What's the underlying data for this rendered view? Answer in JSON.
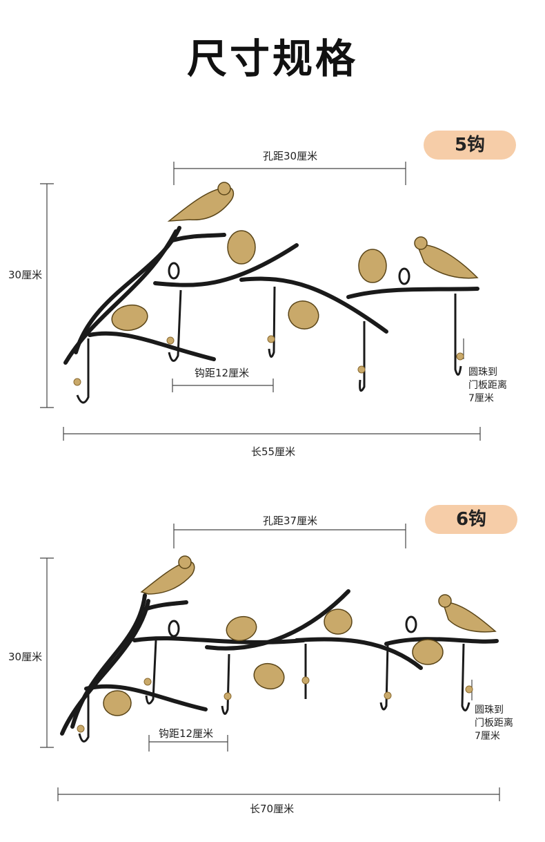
{
  "title": "尺寸规格",
  "panels": [
    {
      "badge": "5钩",
      "hole_distance": "孔距30厘米",
      "height": "30厘米",
      "hook_distance": "钩距12厘米",
      "bead_note": [
        "圆珠到",
        "门板距离",
        "7厘米"
      ],
      "length": "长55厘米"
    },
    {
      "badge": "6钩",
      "hole_distance": "孔距37厘米",
      "height": "30厘米",
      "hook_distance": "钩距12厘米",
      "bead_note": [
        "圆珠到",
        "门板距离",
        "7厘米"
      ],
      "length": "长70厘米"
    }
  ],
  "colors": {
    "iron": "#1a1a1a",
    "gold": "#c9a96a",
    "badge": "#f6cda8",
    "dimension_line": "#444444"
  }
}
